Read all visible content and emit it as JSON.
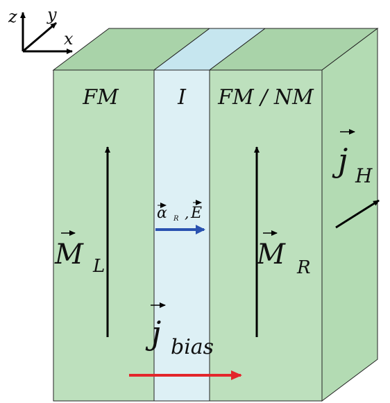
{
  "axes": {
    "z": "z",
    "y": "y",
    "x": "x"
  },
  "layers": [
    {
      "label": "FM"
    },
    {
      "label": "I"
    },
    {
      "label": "FM / NM"
    }
  ],
  "vectors": {
    "m_left": {
      "symbol": "M",
      "subscript": "L"
    },
    "m_right": {
      "symbol": "M",
      "subscript": "R"
    },
    "rashba": {
      "alpha": "α",
      "alpha_sub": "R",
      "sep": ",",
      "field": "E"
    },
    "j_bias": {
      "symbol": "j",
      "subscript": "bias"
    },
    "j_hall": {
      "symbol": "j",
      "subscript": "H"
    }
  },
  "colors": {
    "green_face": "#bde0bd",
    "green_top": "#a9d3a9",
    "green_side": "#b3dbb3",
    "insulator_face": "#ddf0f5",
    "insulator_top": "#c6e6ef",
    "edge": "#222222",
    "arrow_blue": "#2a52b0",
    "arrow_red": "#e3262b",
    "arrow_black": "#000000"
  }
}
